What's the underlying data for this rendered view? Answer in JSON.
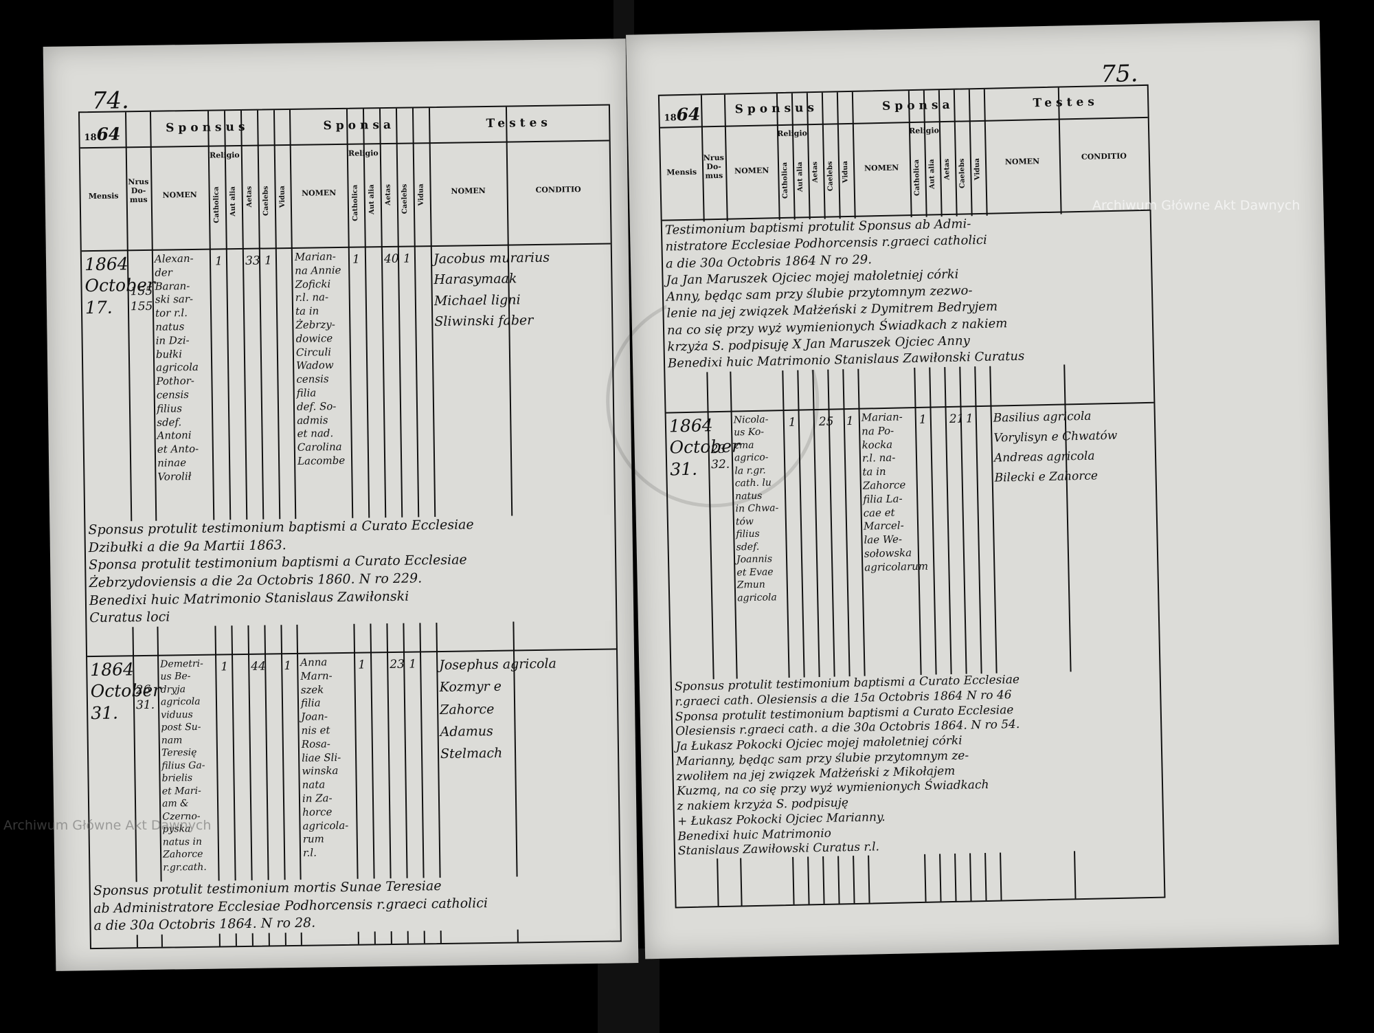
{
  "left_page": {
    "page_number": "74.",
    "year_prefix": "18",
    "year_digits": "64",
    "headers": {
      "sponsus": "Sponsus",
      "sponsa": "Sponsa",
      "testes": "Testes"
    },
    "subheaders": {
      "mensis": "Mensis",
      "nrus_domus": "Nrus\nDo-\nmus",
      "nomen": "NOMEN",
      "religio": "Religio",
      "catholica": "Catholica",
      "aut_alia": "Aut alia",
      "aetas": "Aetas",
      "caelebs": "Caelebs",
      "vidua": "Vidua",
      "nomen_sponsa": "NOMEN",
      "nomen_testes": "NOMEN",
      "conditio": "CONDITIO"
    },
    "entry1": {
      "date": "1864\nOctober\n17.",
      "house": "155\n155",
      "sponsus_name": "Alexan-\nder\nBaran-\nski sar-\ntor r.l.\nnatus\nin Dzi-\nbułki\nagricola\nPothor-\ncensis\nfilius\nsdef.\nAntoni\net Anto-\nninae\nVorolił",
      "sponsus_rel": "1",
      "sponsus_age": "33",
      "sponsus_status": "1",
      "sponsa_name": "Marian-\nna Annie\nZoficki\nr.l. na-\nta in\nŻebrzy-\ndowice\nCirculi\nWadow\ncensis\nfilia\ndef. So-\nadmis\net nad.\nCarolina\nLacombe",
      "sponsa_rel": "1",
      "sponsa_age": "40",
      "sponsa_status": "1",
      "testes": "Jacobus murarius\nHarasymaak\nMichael ligni\nSliwinski faber",
      "note": "Sponsus protulit testimonium baptismi a Curato Ecclesiae\nDzibułki a die 9a Martii 1863.\nSponsa protulit testimonium baptismi a Curato Ecclesiae\nŻebrzydoviensis a die 2a Octobris 1860. N ro 229.\nBenedixi huic Matrimonio Stanislaus Zawiłonski\nCuratus loci"
    },
    "entry2": {
      "date": "1864\nOctober\n31.",
      "house": "26\n31.",
      "sponsus_name": "Demetri-\nus Be-\ndryja\nagricola\nviduus\npost Su-\nnam\nTeresię\nfilius Ga-\nbrielis\net Mari-\nam &\nCzerno-\npyska\nnatus in\nZahorce\nr.gr.cath.",
      "sponsus_rel": "1",
      "sponsus_age": "44",
      "sponsus_status": "1",
      "sponsa_name": "Anna\nMarn-\nszek\nfilia\nJoan-\nnis et\nRosa-\nliae Sli-\nwinska\nnata\nin Za-\nhorce\nagricola-\nrum\nr.l.",
      "sponsa_rel": "1",
      "sponsa_age": "23",
      "sponsa_status": "1",
      "testes": "Josephus agricola\nKozmyr e\nZahorce\nAdamus\nStelmach",
      "note": "Sponsus protulit testimonium mortis Sunae Teresiae\nab Administratore Ecclesiae Podhorcensis r.graeci catholici\na die 30a Octobris 1864. N ro 28."
    }
  },
  "right_page": {
    "page_number": "75.",
    "year_prefix": "18",
    "year_digits": "64",
    "headers": {
      "sponsus": "Sponsus",
      "sponsa": "Sponsa",
      "testes": "Testes"
    },
    "subheaders": {
      "mensis": "Mensis",
      "nrus_domus": "Nrus\nDo-\nmus",
      "nomen": "NOMEN",
      "religio": "Religio",
      "catholica": "Catholica",
      "aut_alia": "Aut alia",
      "aetas": "Aetas",
      "caelebs": "Caelebs",
      "vidua": "Vidua",
      "nomen_sponsa": "NOMEN",
      "nomen_testes": "NOMEN",
      "conditio": "CONDITIO"
    },
    "note_top": "Testimonium baptismi protulit Sponsus ab Admi-\nnistratore Ecclesiae Podhorcensis r.graeci catholici\na die 30a Octobris 1864 N ro 29.\nJa Jan Maruszek Ojciec mojej małoletniej córki\nAnny, będąc sam przy ślubie przytomnym zezwo-\nlenie na jej związek Małżeński z Dymitrem Bedryjem\nna co się przy wyż wymienionych Świadkach z nakiem\nkrzyża S. podpisuję  X Jan Maruszek Ojciec Anny\nBenedixi huic Matrimonio Stanislaus Zawiłonski Curatus",
    "entry1": {
      "date": "1864\nOctober\n31.",
      "house": "23\n32.",
      "sponsus_name": "Nicola-\nus Ko-\nzma\nagrico-\nla r.gr.\ncath. lu\nnatus\nin Chwa-\ntów\nfilius\nsdef.\nJoannis\net Evae\nZmun\nagricola",
      "sponsus_rel": "1",
      "sponsus_age": "25",
      "sponsus_status": "1",
      "sponsa_name": "Marian-\nna Po-\nkocka\nr.l. na-\nta in\nZahorce\nfilia La-\ncae et\nMarcel-\nlae We-\nsołowska\nagricolarum",
      "sponsa_rel": "1",
      "sponsa_age": "21",
      "sponsa_status": "1",
      "testes": "Basilius agricola\nVorylisyn e Chwatów\nAndreas agricola\nBilecki e Zahorce",
      "note": "Sponsus protulit testimonium baptismi a Curato Ecclesiae\nr.graeci cath. Olesiensis a die 15a Octobris 1864 N ro 46\nSponsa protulit testimonium baptismi a Curato Ecclesiae\nOlesiensis r.graeci cath. a die 30a Octobris 1864. N ro 54.\nJa Łukasz Pokocki Ojciec mojej małoletniej córki\nMarianny, będąc sam przy ślubie przytomnym ze-\nzwoliłem na jej związek Małżeński z Mikołajem\nKuzmą, na co się przy wyż wymienionych Świadkach\nz nakiem krzyża S. podpisuję\n+ Łukasz Pokocki Ojciec Marianny.\nBenedixi huic Matrimonio\nStanislaus Zawiłowski Curatus r.l."
    }
  },
  "watermark_right": "Archiwum Główne Akt Dawnych",
  "watermark_left": "Archiwum Główne Akt Dawnych"
}
